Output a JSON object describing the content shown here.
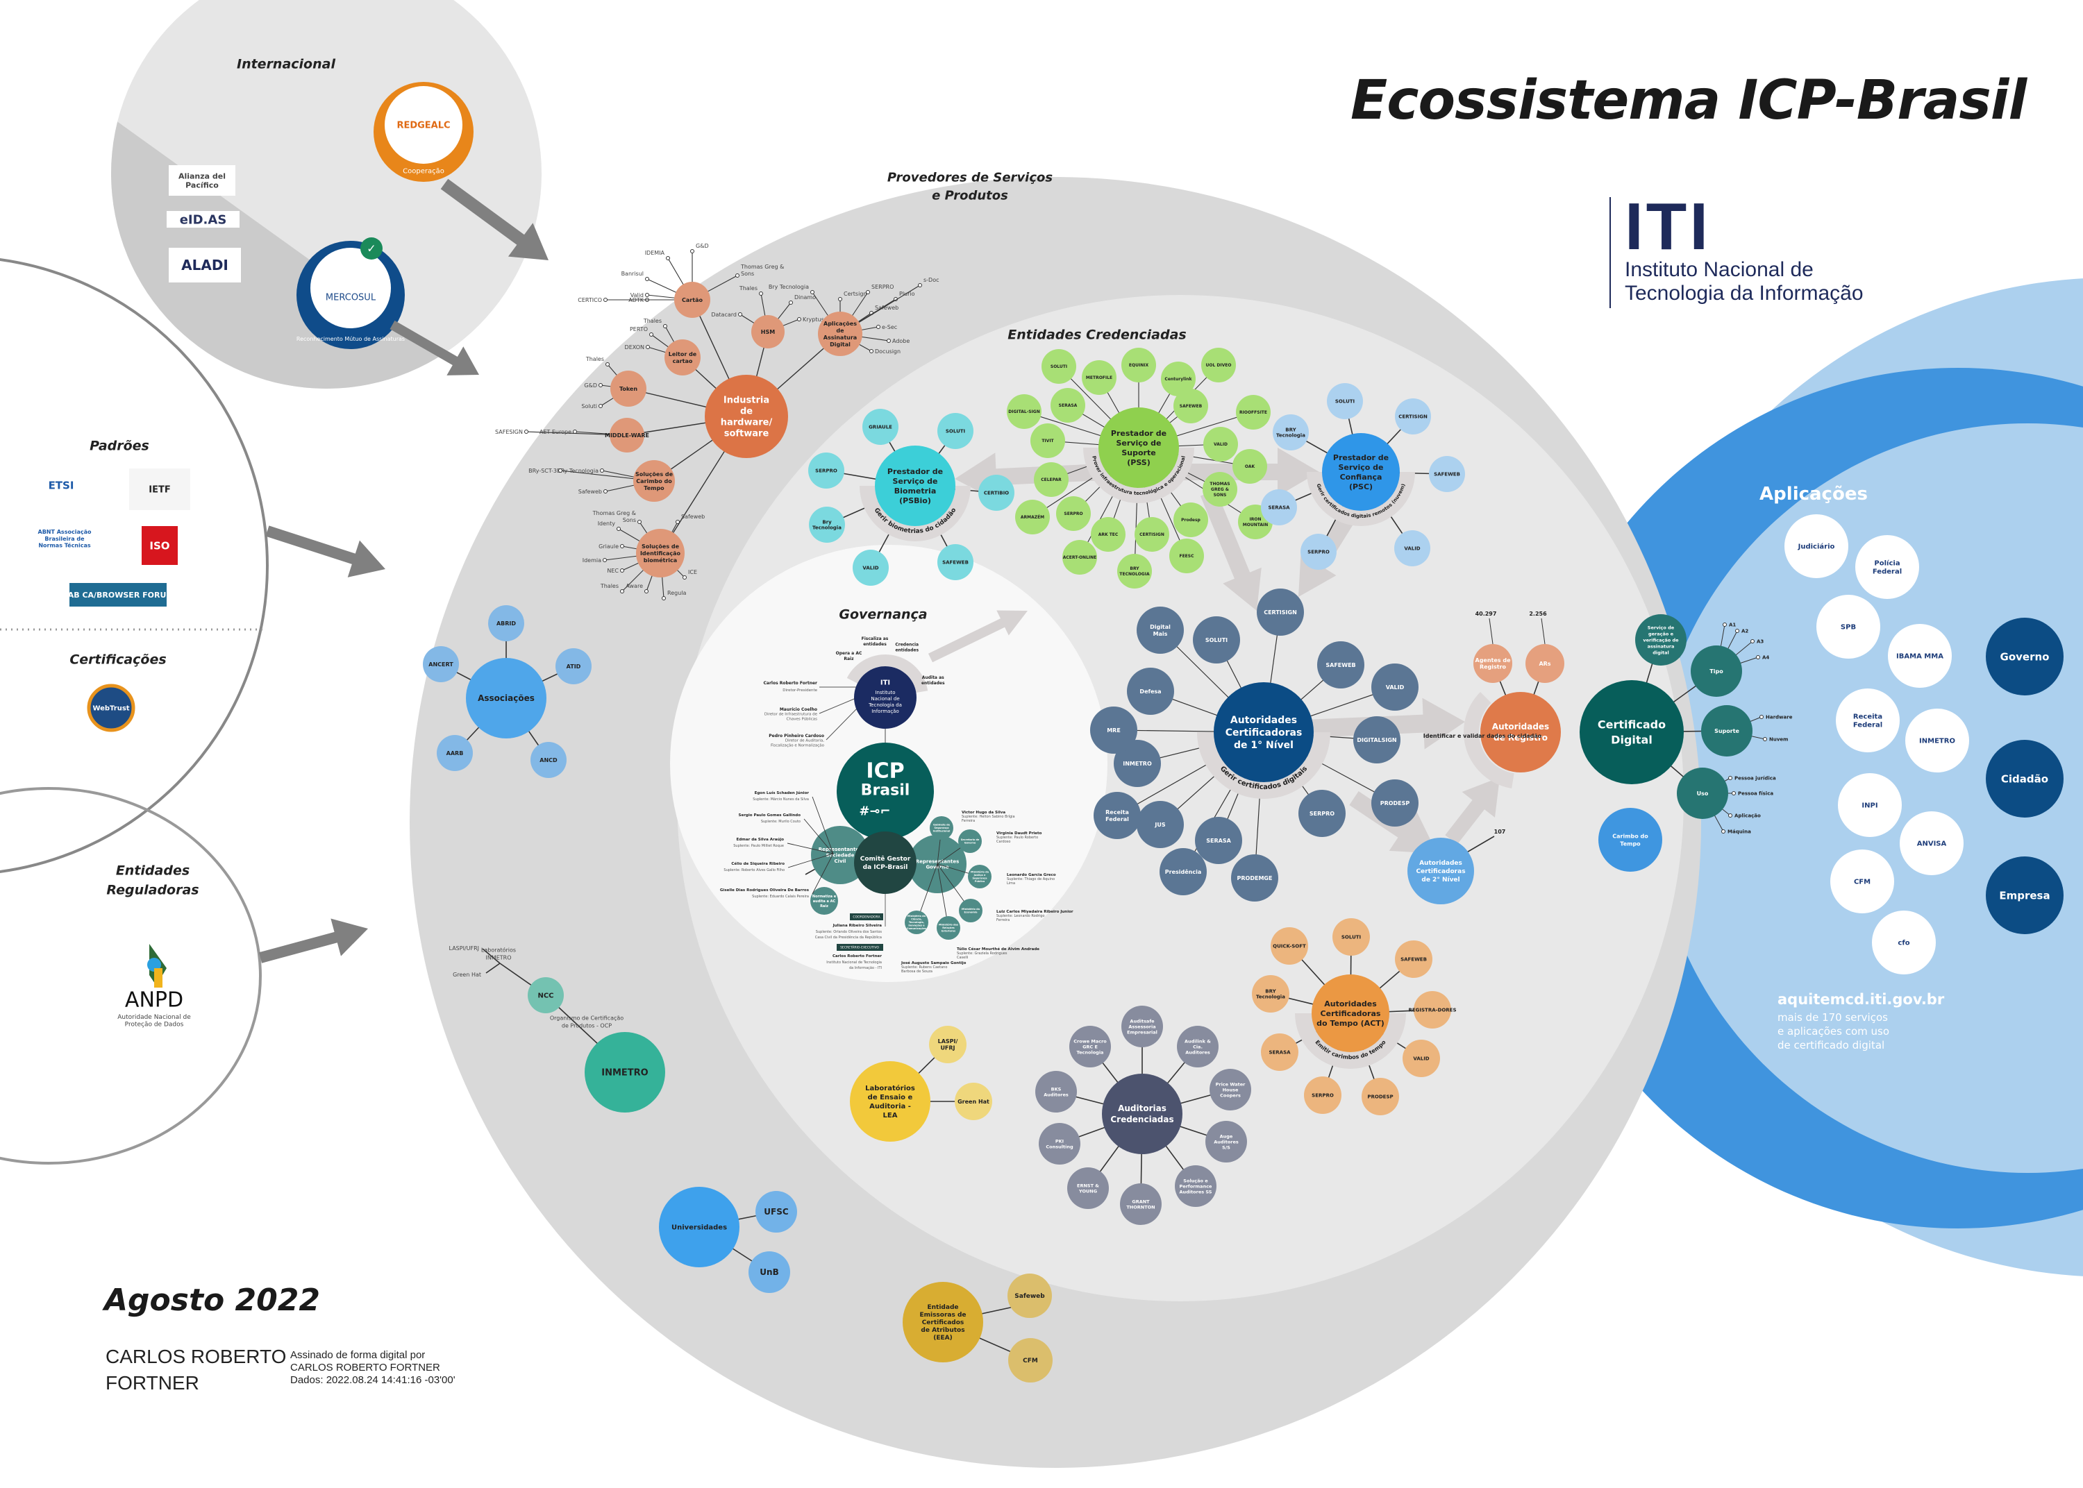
{
  "title": "Ecossistema ICP-Brasil",
  "iti_logo": {
    "acronym": "ITI",
    "line1": "Instituto Nacional de",
    "line2": "Tecnologia da Informação"
  },
  "footer": {
    "date": "Agosto 2022",
    "signer_line1": "CARLOS ROBERTO",
    "signer_line2": "FORTNER",
    "signature_note_1": "Assinado de forma digital por",
    "signature_note_2": "CARLOS ROBERTO FORTNER",
    "signature_note_3": "Dados: 2022.08.24 14:41:16 -03'00'"
  },
  "colors": {
    "outer_ring": "#d9d9d9",
    "inner_ring": "#e8e8e8",
    "governance_bg": "#f8f8f8",
    "industria": "#dc7446",
    "industria_child": "#df9878",
    "psbio": "#3ccfd8",
    "psbio_child": "#7bd9df",
    "pss": "#8fd04e",
    "pss_child": "#a8df75",
    "psc": "#2f96e8",
    "psc_child": "#acd1ef",
    "ac1": "#0b4c85",
    "ac1_child": "#5b7694",
    "ar": "#df7a4a",
    "ar_child": "#e5a07e",
    "ac2": "#62a8e3",
    "act": "#eb9843",
    "act_child": "#ecb57e",
    "auditorias": "#4c536e",
    "auditorias_child": "#878c9e",
    "lea": "#f2c93b",
    "lea_child": "#efd77c",
    "eea": "#d8ad32",
    "eea_child": "#dbbe6c",
    "universidades": "#3ea1ec",
    "universidades_child": "#72b2e8",
    "associacoes": "#4fa6ea",
    "associacoes_child": "#83b8e6",
    "inmetro": "#35b299",
    "ncc": "#74c2b1",
    "iti": "#1b2b62",
    "icp": "#075e5a",
    "comite": "#214642",
    "comite_child": "#4f8c87",
    "certificado": "#075e5a",
    "certificado_child": "#267572",
    "carimbo": "#3f96e0",
    "apps_band": "#4094de",
    "apps_outer": "#acd0ee",
    "audience": "#0c4c84",
    "arrow": "#808080",
    "flow_arrow": "#d4d0d0"
  },
  "sections": {
    "internacional": "Internacional",
    "padroes": "Padrões",
    "certificacoes": "Certificações",
    "entidades_reguladoras": "Entidades Reguladoras",
    "provedores": "Provedores de Serviços e Produtos",
    "entidades_credenciadas": "Entidades Credenciadas",
    "governanca": "Governança",
    "aplicacoes": "Aplicações"
  },
  "internacional": {
    "logos": [
      "Alianza del Pacífico",
      "eID.AS",
      "ALADI"
    ],
    "redgealc": {
      "name": "REDGEALC",
      "band": "Cooperação"
    },
    "mercosul": {
      "name": "MERCOSUL",
      "band": "Reconhecimento Mútuo de Assinaturas"
    }
  },
  "padroes": {
    "logos": [
      "ETSI",
      "IETF",
      "ABNT Associação Brasileira de Normas Técnicas",
      "ISO",
      "CAB CA/BROWSER FORUM"
    ]
  },
  "certificacoes": {
    "logos": [
      "WebTrust"
    ]
  },
  "reguladoras": {
    "logo": "ANPD",
    "logo_sub": "Autoridade Nacional de Proteção de Dados"
  },
  "industria": {
    "label": "Industria de hardware/ software",
    "groups": [
      {
        "label": "Cartão",
        "items": [
          "Banrisul",
          "IDEMIA",
          "G&D",
          "Thomas Greg & Sons",
          "Valid",
          "ADTK",
          "CERTICO"
        ]
      },
      {
        "label": "HSM",
        "items": [
          "Datacard",
          "Thales",
          "Dinamo",
          "Kryptus"
        ]
      },
      {
        "label": "Aplicações de Assinatura Digital",
        "items": [
          "Bry Tecnologia",
          "Certsign",
          "SERPRO",
          "Safeweb",
          "Plurio",
          "s-Doc",
          "e-Sec",
          "Adobe",
          "Docusign"
        ]
      },
      {
        "label": "Leitor de cartao",
        "items": [
          "Thales",
          "PERTO",
          "DEXON"
        ]
      },
      {
        "label": "Token",
        "items": [
          "Thales",
          "G&D",
          "Soluti"
        ]
      },
      {
        "label": "MIDDLE-WARE",
        "items": [
          "AET Europe",
          "SAFESIGN"
        ]
      },
      {
        "label": "Soluções de Carimbo do Tempo",
        "items": [
          "BRy Tecnologia",
          "BRy-SCT-3",
          "Safeweb"
        ]
      },
      {
        "label": "Soluções de Identificação biométrica",
        "items": [
          "Thomas Greg & Sons",
          "Safeweb",
          "Identy",
          "Griaule",
          "Idemia",
          "NEC",
          "Thales",
          "Aware",
          "Regula",
          "ICE"
        ]
      }
    ]
  },
  "associacoes": {
    "label": "Associações",
    "items": [
      "ABRID",
      "ATID",
      "ANCD",
      "AARB",
      "ANCERT"
    ]
  },
  "regulation_chain": {
    "ncc": "NCC",
    "inmetro": "INMETRO",
    "ocp_label": "Organismo de Certificação de Produtos - OCP",
    "labs_label": "Laboratórios INMETRO",
    "labs": [
      "LASPI/UFRJ",
      "Green Hat"
    ]
  },
  "universidades": {
    "label": "Universidades",
    "items": [
      "UFSC",
      "UnB"
    ]
  },
  "eea": {
    "label": "Entidade Emissoras de Certificados de Atributos (EEA)",
    "items": [
      "Safeweb",
      "CFM"
    ]
  },
  "lea": {
    "label": "Laboratórios de Ensaio e Auditoria - LEA",
    "items": [
      "LASPI/ UFRJ",
      "Green Hat"
    ]
  },
  "psbio": {
    "label": "Prestador de Serviço de Biometria (PSBio)",
    "arc": "Gerir biometrias do cidadão",
    "items": [
      "GRIAULE",
      "SOLUTI",
      "CERTIBIO",
      "SAFEWEB",
      "VALID",
      "Bry Tecnologia",
      "SERPRO"
    ]
  },
  "pss": {
    "label": "Prestador de Serviço de Suporte (PSS)",
    "arc": "Prover infraestrutura tecnológica e operacional",
    "items": [
      "SOLUTI",
      "METROFILE",
      "EQUINIX",
      "Centurylink",
      "UOL DIVEO",
      "SAFEWEB",
      "RIOOFFSITE",
      "VALID",
      "OAK",
      "THOMAS GREG & SONS",
      "IRON MOUNTAIN",
      "Prodesp",
      "FEESC",
      "CERTISIGN",
      "BRY TECNOLOGIA",
      "ARK TEC",
      "ACERT-ONLINE",
      "SERPRO",
      "ARMAZÉM",
      "CELEPAR",
      "TIVIT",
      "DIGITAL-SIGN",
      "SERASA"
    ]
  },
  "psc": {
    "label": "Prestador de Serviço de Confiança (PSC)",
    "arc": "Gerir certificados digitais remotos (nuvem)",
    "items": [
      "SOLUTI",
      "CERTISIGN",
      "SAFEWEB",
      "VALID",
      "SERPRO",
      "SERASA",
      "BRY Tecnologia"
    ]
  },
  "ac1": {
    "label": "Autoridades Certificadoras de 1° Nível",
    "arc": "Gerir certificados digitais",
    "items": [
      "CERTISIGN",
      "SAFEWEB",
      "VALID",
      "DIGITALSIGN",
      "PRODESP",
      "SERPRO",
      "PRODEMGE",
      "SERASA",
      "Presidência",
      "JUS",
      "Receita Federal",
      "INMETRO",
      "MRE",
      "Defesa",
      "Digital Mais",
      "SOLUTI"
    ]
  },
  "ar": {
    "label": "Autoridades de Registro",
    "arc": "Identificar e validar dados do cidadão",
    "items": [
      {
        "label": "Agentes de Registro",
        "count": "40.297"
      },
      {
        "label": "ARs",
        "count": "2.256"
      }
    ]
  },
  "ac2": {
    "label": "Autoridades Certificadoras de 2° Nível",
    "count": "107"
  },
  "act": {
    "label": "Autoridades Certificadoras do Tempo (ACT)",
    "arc": "Emitir carimbos do tempo",
    "items": [
      "SOLUTI",
      "SAFEWEB",
      "REGISTRA-DORES",
      "VALID",
      "PRODESP",
      "SERPRO",
      "SERASA",
      "BRY Tecnologia",
      "QUICK-SOFT"
    ]
  },
  "auditorias": {
    "label": "Auditorias Credenciadas",
    "items": [
      "Auditsafe Assessoria Empresarial",
      "Audilink & Cia. Auditores",
      "Price Water House Coopers",
      "Auge Auditores S/S",
      "Solução e Performance Auditores SS",
      "GRANT THORNTON",
      "ERNST & YOUNG",
      "PKI Consulting",
      "BKS Auditores",
      "Crowe Macro GRC E Tecnologia"
    ]
  },
  "governanca": {
    "iti": {
      "label_top": "ITI",
      "label": "Instituto Nacional de Tecnologia da Informação",
      "roles": [
        "Opera a AC Raiz",
        "Fiscaliza as entidades",
        "Credencia entidades",
        "Audita as entidades"
      ],
      "people": [
        {
          "name": "Carlos Roberto Fortner",
          "role": "Diretor-Presidente"
        },
        {
          "name": "Maurício Coelho",
          "role": "Diretor de Infraestrutura de Chaves Públicas"
        },
        {
          "name": "Pedro Pinheiro Cardoso",
          "role": "Diretor de Auditoria, Fiscalização e Normalização"
        }
      ]
    },
    "icp": {
      "line1": "ICP",
      "line2": "Brasil"
    },
    "comite": {
      "label": "Comitê Gestor da ICP-Brasil",
      "normatiza": "Normatiza e audita a AC Raiz",
      "sociedade_label": "Representantes Sociedade Civil",
      "governo_label": "Representantes Governo",
      "sociedade_members": [
        {
          "name": "Egon Luís Schaden Júnior",
          "sub": "Suplente: Márcio Nunes da Silva"
        },
        {
          "name": "Sergio Paulo Gomes Gallindo",
          "sub": "Suplente: Murilo Couto"
        },
        {
          "name": "Edmar da Silva Araújo",
          "sub": "Suplente: Paulo Milliet Roque"
        },
        {
          "name": "Célio de Siqueira Ribeiro",
          "sub": "Suplente: Roberto Alves Gallo Filho"
        },
        {
          "name": "Giselle Dias Rodrigues Oliveira De Barros",
          "sub": "Suplente: Eduardo Calais Pereira"
        }
      ],
      "governo_bodies": [
        "Gabinete de Segurança Institucional",
        "Secretaria de Governo",
        "Ministério da Justiça e Segurança Pública",
        "Ministério da Economia",
        "Ministério das Relações Exteriores",
        "Ministério da Ciência, Tecnologia, Inovações e Comunicações"
      ],
      "governo_members": [
        {
          "name": "Victor Hugo da Silva",
          "sub": "Suplente: Helton Sabino Brígia Ferreira"
        },
        {
          "name": "Virginia Daudt Prieto",
          "sub": "Suplente: Paulo Roberto Cardoso"
        },
        {
          "name": "Leonardo Garcia Greco",
          "sub": "Suplente: Thiago de Aquino Lima"
        },
        {
          "name": "Luiz Carlos Miyadaira Ribeiro Junior",
          "sub": "Suplente: Leonardo Rodrigo Ferreira"
        },
        {
          "name": "Túlio César Mourthé de Alvim Andrade",
          "sub": "Suplente: Graziela Rodrigues Caselli"
        },
        {
          "name": "José Augusto Sampaio Gontijo",
          "sub": "Suplente: Rubens Caetano Barbosa de Souza"
        }
      ],
      "coordenadora_tag": "COORDENADORA",
      "coordenadora": {
        "name": "Juliana Ribeiro Silveira",
        "sub1": "Suplente: Orlando Oliveira dos Santos",
        "sub2": "Casa Civil da Presidência da República"
      },
      "secretario_tag": "SECRETÁRIO-EXECUTIVO",
      "secretario": {
        "name": "Carlos Roberto Fortner",
        "sub1": "Instituto Nacional de Tecnologia",
        "sub2": "da Informação - ITI"
      }
    }
  },
  "certificado": {
    "label": "Certificado Digital",
    "servico": "Serviço de geração e verificação de assinatura digital",
    "carimbo": "Carimbo do Tempo",
    "tipo": {
      "label": "Tipo",
      "items": [
        "A1",
        "A2",
        "A3",
        "A4"
      ]
    },
    "suporte": {
      "label": "Suporte",
      "items": [
        "Hardware",
        "Nuvem"
      ]
    },
    "uso": {
      "label": "Uso",
      "items": [
        "Pessoa jurídica",
        "Pessoa física",
        "Aplicação",
        "Máquina"
      ]
    }
  },
  "aplicacoes": {
    "logos": [
      "Judiciário",
      "Polícia Federal",
      "SPB",
      "IBAMA MMA",
      "Receita Federal",
      "INMETRO",
      "INPI",
      "ANVISA",
      "CFM",
      "cfo"
    ],
    "site_url": "aquitemcd.iti.gov.br",
    "site_desc_1": "mais de 170 serviços",
    "site_desc_2": "e aplicações com uso",
    "site_desc_3": "de certificado digital",
    "audiences": [
      "Governo",
      "Cidadão",
      "Empresa"
    ]
  }
}
